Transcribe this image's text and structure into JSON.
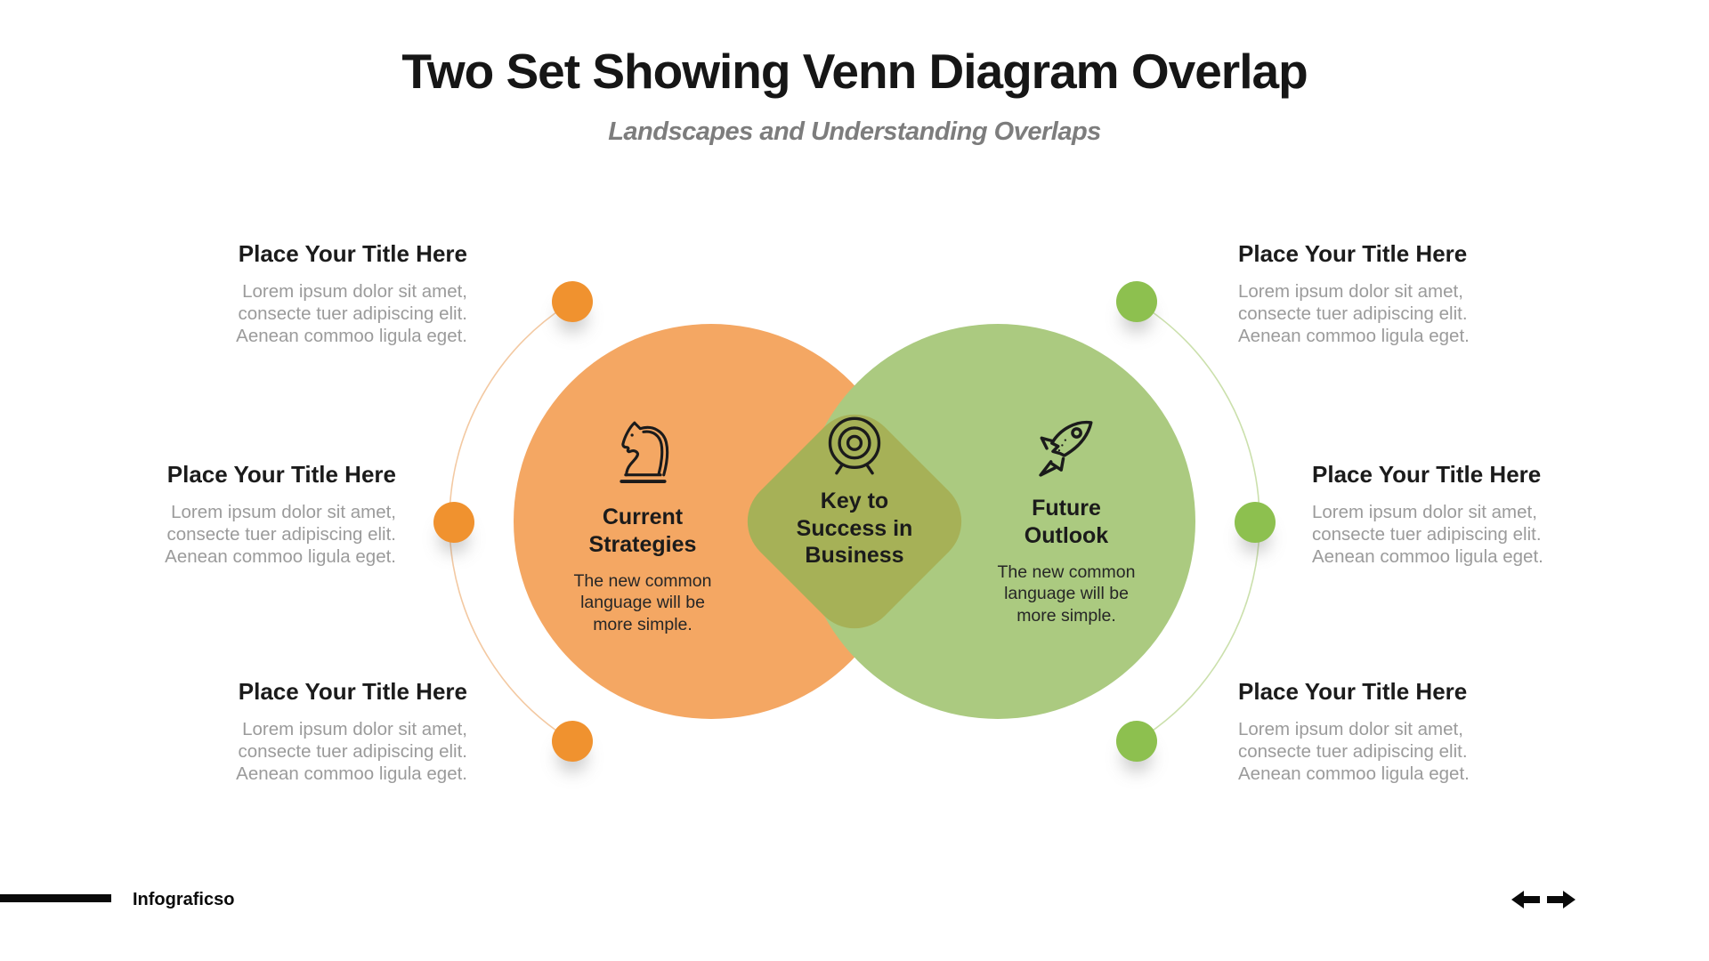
{
  "slide": {
    "title": "Two Set Showing Venn Diagram Overlap",
    "subtitle": "Landscapes and Understanding Overlaps"
  },
  "venn": {
    "left_set": {
      "icon": "chess-knight-icon",
      "heading": "Current\nStrategies",
      "body": "The new common\nlanguage will be\nmore simple."
    },
    "intersection": {
      "icon": "target-icon",
      "heading": "Key to\nSuccess in\nBusiness"
    },
    "right_set": {
      "icon": "rocket-icon",
      "heading": "Future\nOutlook",
      "body": "The new common\nlanguage will be\nmore simple."
    }
  },
  "callouts": {
    "left": [
      {
        "title": "Place Your Title Here",
        "body": "Lorem ipsum dolor sit amet,\nconsecte tuer adipiscing elit.\nAenean commoo ligula eget."
      },
      {
        "title": "Place Your Title Here",
        "body": "Lorem ipsum dolor sit amet,\nconsecte tuer adipiscing elit.\nAenean commoo ligula eget."
      },
      {
        "title": "Place Your Title Here",
        "body": "Lorem ipsum dolor sit amet,\nconsecte tuer adipiscing elit.\nAenean commoo ligula eget."
      }
    ],
    "right": [
      {
        "title": "Place Your Title Here",
        "body": "Lorem ipsum dolor sit amet,\nconsecte tuer adipiscing elit.\nAenean commoo ligula eget."
      },
      {
        "title": "Place Your Title Here",
        "body": "Lorem ipsum dolor sit amet,\nconsecte tuer adipiscing elit.\nAenean commoo ligula eget."
      },
      {
        "title": "Place Your Title Here",
        "body": "Lorem ipsum dolor sit amet,\nconsecte tuer adipiscing elit.\nAenean commoo ligula eget."
      }
    ]
  },
  "footer": {
    "brand": "Infograficso"
  },
  "colors": {
    "left_circle": "#F4A763",
    "right_circle": "#ABCA80",
    "intersection": "#A6B157",
    "left_dot": "#F0922F",
    "right_dot": "#8DC04F",
    "title_text": "#161616",
    "subtitle_text": "#7D7D7D",
    "muted_text": "#9B9B9B"
  }
}
